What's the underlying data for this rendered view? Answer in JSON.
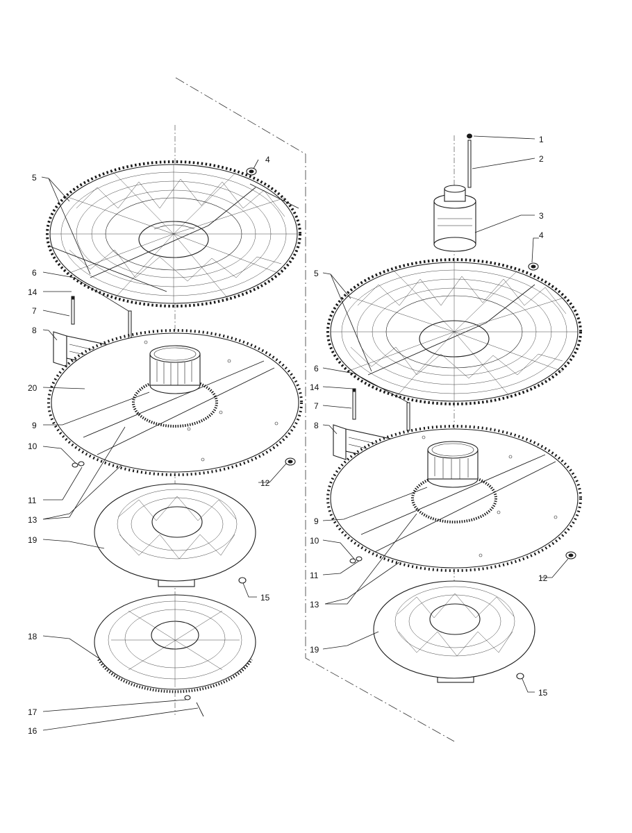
{
  "left_assembly": {
    "callouts": [
      {
        "id": "4",
        "text": "4"
      },
      {
        "id": "5",
        "text": "5"
      },
      {
        "id": "6",
        "text": "6"
      },
      {
        "id": "14",
        "text": "14"
      },
      {
        "id": "7",
        "text": "7"
      },
      {
        "id": "8",
        "text": "8"
      },
      {
        "id": "20",
        "text": "20"
      },
      {
        "id": "9",
        "text": "9"
      },
      {
        "id": "10",
        "text": "10"
      },
      {
        "id": "11",
        "text": "11"
      },
      {
        "id": "13",
        "text": "13"
      },
      {
        "id": "12",
        "text": "12"
      },
      {
        "id": "19",
        "text": "19"
      },
      {
        "id": "15",
        "text": "15"
      },
      {
        "id": "18",
        "text": "18"
      },
      {
        "id": "17",
        "text": "17"
      },
      {
        "id": "16",
        "text": "16"
      }
    ]
  },
  "right_assembly": {
    "callouts": [
      {
        "id": "1",
        "text": "1"
      },
      {
        "id": "2",
        "text": "2"
      },
      {
        "id": "3",
        "text": "3"
      },
      {
        "id": "4",
        "text": "4"
      },
      {
        "id": "5",
        "text": "5"
      },
      {
        "id": "6",
        "text": "6"
      },
      {
        "id": "14",
        "text": "14"
      },
      {
        "id": "7",
        "text": "7"
      },
      {
        "id": "8",
        "text": "8"
      },
      {
        "id": "9",
        "text": "9"
      },
      {
        "id": "10",
        "text": "10"
      },
      {
        "id": "11",
        "text": "11"
      },
      {
        "id": "13",
        "text": "13"
      },
      {
        "id": "12",
        "text": "12"
      },
      {
        "id": "19",
        "text": "19"
      },
      {
        "id": "15",
        "text": "15"
      }
    ]
  }
}
